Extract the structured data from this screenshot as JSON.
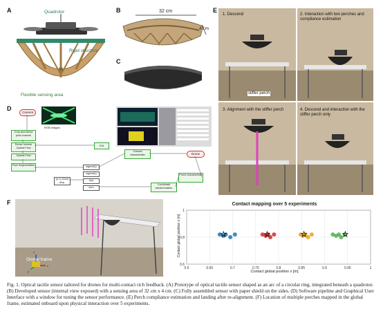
{
  "panel_a": {
    "label": "A",
    "quadrotor": "Quadrotor",
    "rigid": "Rigid structure",
    "flexible": "Flexible sensing area"
  },
  "panel_b": {
    "label": "B",
    "width": "32 cm",
    "height": "4 cm"
  },
  "panel_c": {
    "label": "C"
  },
  "panel_d": {
    "label": "D",
    "nodes": {
      "camera": "Camera",
      "rgb": "RGB images",
      "crop": "Crop and select pixel channel",
      "dense": "Dense Inverse Optical Flow",
      "flow": "Optical Flow",
      "flowseg": "Flow Segmentation",
      "gui": "GUI",
      "contact": "Contact characteristic",
      "drone": "Drone",
      "uv": "(u,v) shear disp.",
      "sigmoid1": "sigmoid()",
      "sigmoid2": "sigmoid()",
      "hx": "h(x)",
      "coord": "Coordinate transformation",
      "force": "Force characteristic",
      "sum": "sum"
    }
  },
  "panel_e": {
    "label": "E",
    "steps": [
      "1. Descend",
      "2. Interaction with two perches and compliance estimation",
      "3. Alignment with the stiffer perch",
      "4. Descend and interaction with the stiffer perch only"
    ],
    "stiffer": "stiffer perch"
  },
  "panel_f": {
    "label": "F",
    "global_frame": "Global frame",
    "axes_x": "x",
    "axes_y": "y",
    "axes_z": "z"
  },
  "chart_data": {
    "type": "scatter",
    "title": "Contact mapping over 5 experiments",
    "xlabel": "Contact global position x [m]",
    "ylabel": "Contact global position z [m]",
    "xlim": [
      0.6,
      1.0
    ],
    "ylim": [
      0.6,
      1.0
    ],
    "xticks": [
      "0.6",
      "0.65",
      "0.7",
      "0.75",
      "0.8",
      "0.85",
      "0.9",
      "0.95",
      "1"
    ],
    "yticks": [
      "1",
      "0.8",
      "0.6"
    ],
    "grid": true,
    "series": [
      {
        "color": "#1f77b4",
        "x": [
          0.672,
          0.68,
          0.685,
          0.695,
          0.705
        ],
        "y": [
          0.82,
          0.81,
          0.82,
          0.8,
          0.82
        ]
      },
      {
        "color": "#d62728",
        "x": [
          0.765,
          0.772,
          0.777,
          0.782,
          0.79
        ],
        "y": [
          0.82,
          0.81,
          0.82,
          0.8,
          0.82
        ]
      },
      {
        "color": "#e8a317",
        "x": [
          0.848,
          0.853,
          0.858,
          0.864,
          0.872
        ],
        "y": [
          0.82,
          0.81,
          0.82,
          0.8,
          0.82
        ]
      },
      {
        "color": "#4daf4a",
        "x": [
          0.918,
          0.925,
          0.931,
          0.936,
          0.944
        ],
        "y": [
          0.82,
          0.81,
          0.82,
          0.8,
          0.82
        ]
      }
    ],
    "estimates": {
      "marker": "star",
      "x": [
        0.68,
        0.775,
        0.855,
        0.945
      ],
      "y": [
        0.82,
        0.82,
        0.82,
        0.82
      ]
    }
  },
  "caption": "Fig. 1.  Optical tactile sensor tailored for drones for multi-contact rich feedback. (A) Prototype of optical tactile sensor shaped as an arc of a circular ring, integrated beneath a quadrotor. (B) Developed sensor (internal view exposed) with a sensing area of 32 cm x 4 cm. (C) Fully assembled sensor with paper shield on the sides. (D) Software pipeline and Graphical User Interface with a window for tuning the sensor performance. (E) Perch compliance estimation and landing after re-alignment. (F) Location of multiple perches mapped in the global frame, estimated onboard upon physical interaction over 5 experiments."
}
